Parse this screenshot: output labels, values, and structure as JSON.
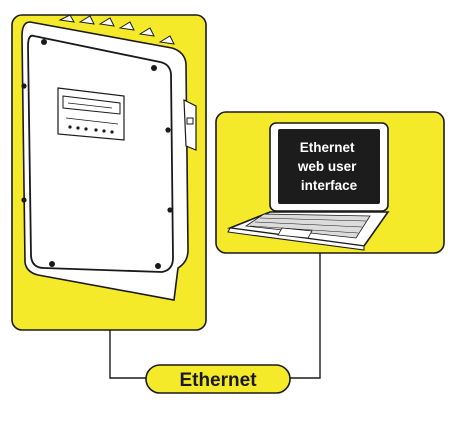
{
  "diagram": {
    "connection_label": "Ethernet",
    "laptop_screen_text": [
      "Ethernet",
      "web user",
      "interface"
    ],
    "colors": {
      "panel_fill": "#f5ea2a",
      "outline": "#1a1a1a",
      "device_body": "#ffffff",
      "screen": "#1c1c1c",
      "screen_text": "#ffffff"
    },
    "icons": [
      "inverter-device-icon",
      "laptop-icon"
    ]
  }
}
